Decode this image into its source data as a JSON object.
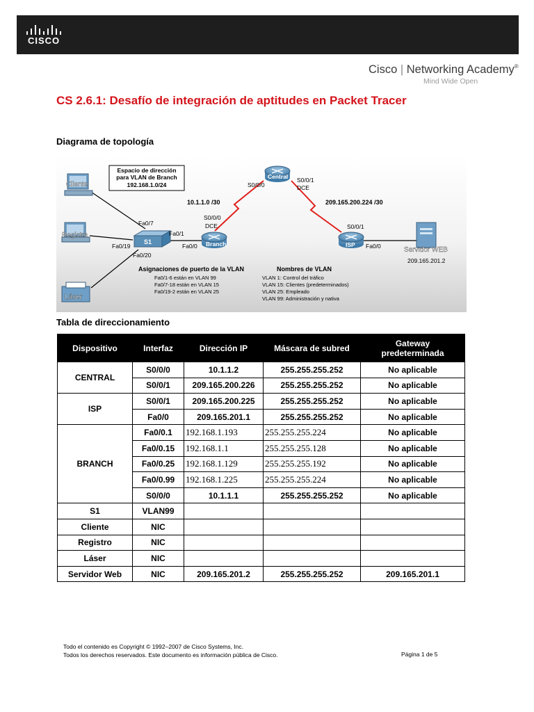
{
  "header": {
    "logo_word": "CISCO",
    "academy_brand": "Cisco",
    "academy_name": "Networking Academy",
    "academy_tagline": "Mind Wide Open"
  },
  "title": "CS 2.6.1: Desafío de integración de aptitudes en Packet Tracer",
  "topology_heading": "Diagrama de topología",
  "diagram": {
    "address_space_box": [
      "Espacio de dirección",
      "para VLAN de Branch",
      "192.168.1.0/24"
    ],
    "devices": {
      "cliente": "Cliente",
      "registro": "Registro",
      "laser": "Láser",
      "s1": "S1",
      "branch": "Branch",
      "central": "Central",
      "isp": "ISP",
      "servidor": "Servidor WEB",
      "servidor_ip": "209.165.201.2"
    },
    "ports": {
      "fa0_7": "Fa0/7",
      "fa0_1": "Fa0/1",
      "fa0_19": "Fa0/19",
      "fa0_20": "Fa0/20",
      "fa0_0_branch": "Fa0/0",
      "s0_0_0_branch": "S0/0/0",
      "dce_branch": "DCE",
      "s0_0_0_central": "S0/0/0",
      "s0_0_1_central": "S0/0/1",
      "dce_central": "DCE",
      "s0_0_1_isp": "S0/0/1",
      "fa0_0_isp": "Fa0/0"
    },
    "networks": {
      "branch_central": "10.1.1.0 /30",
      "central_isp": "209.165.200.224 /30"
    },
    "vlan_assign_title": "Asignaciones de puerto de la VLAN",
    "vlan_assign": [
      "Fa0/1-6 están en   VLAN 99",
      "Fa0/7-18 están en VLAN 15",
      "Fa0/19-2 están en    VLAN 25"
    ],
    "vlan_names_title": "Nombres de VLAN",
    "vlan_names": [
      "VLAN 1: Control del tráfico",
      "VLAN 15: Clientes (predeterminados)",
      "VLAN 25: Empleado",
      "VLAN 99: Administración y nativa"
    ]
  },
  "table_heading": "Tabla de direccionamiento",
  "table": {
    "headers": {
      "device": "Dispositivo",
      "interface": "Interfaz",
      "ip": "Dirección IP",
      "mask": "Máscara de subred",
      "gateway_1": "Gateway",
      "gateway_2": "predeterminada"
    },
    "devices": {
      "central": "CENTRAL",
      "isp": "ISP",
      "branch": "BRANCH",
      "s1": "S1",
      "cliente": "Cliente",
      "registro": "Registro",
      "laser": "Láser",
      "servidor": "Servidor Web"
    },
    "rows": [
      {
        "iface": "S0/0/0",
        "ip": "10.1.1.2",
        "mask": "255.255.255.252",
        "gw": "No aplicable"
      },
      {
        "iface": "S0/0/1",
        "ip": "209.165.200.226",
        "mask": "255.255.255.252",
        "gw": "No aplicable"
      },
      {
        "iface": "S0/0/1",
        "ip": "209.165.200.225",
        "mask": "255.255.255.252",
        "gw": "No aplicable"
      },
      {
        "iface": "Fa0/0",
        "ip": "209.165.201.1",
        "mask": "255.255.255.252",
        "gw": "No aplicable"
      },
      {
        "iface": "Fa0/0.1",
        "ip": "192.168.1.193",
        "mask": "255.255.255.224",
        "gw": "No aplicable"
      },
      {
        "iface": "Fa0/0.15",
        "ip": "192.168.1.1",
        "mask": "255.255.255.128",
        "gw": "No aplicable"
      },
      {
        "iface": "Fa0/0.25",
        "ip": "192.168.1.129",
        "mask": "255.255.255.192",
        "gw": "No aplicable"
      },
      {
        "iface": "Fa0/0.99",
        "ip": "192.168.1.225",
        "mask": "255.255.255.224",
        "gw": "No aplicable"
      },
      {
        "iface": "S0/0/0",
        "ip": "10.1.1.1",
        "mask": "255.255.255.252",
        "gw": "No aplicable"
      },
      {
        "iface": "VLAN99",
        "ip": "",
        "mask": "",
        "gw": ""
      },
      {
        "iface": "NIC",
        "ip": "",
        "mask": "",
        "gw": ""
      },
      {
        "iface": "NIC",
        "ip": "",
        "mask": "",
        "gw": ""
      },
      {
        "iface": "NIC",
        "ip": "",
        "mask": "",
        "gw": ""
      },
      {
        "iface": "NIC",
        "ip": "209.165.201.2",
        "mask": "255.255.255.252",
        "gw": "209.165.201.1"
      }
    ]
  },
  "footer": {
    "line1": "Todo el contenido es Copyright © 1992–2007 de Cisco Systems, Inc.",
    "line2": "Todos los derechos reservados. Este documento es información pública de Cisco.",
    "page": "Página 1 de 5"
  },
  "colors": {
    "title_red": "#d4141c",
    "header_black": "#1e1e1e",
    "serial_link_red": "#e0201c",
    "device_blue": "#5a8fb7"
  }
}
